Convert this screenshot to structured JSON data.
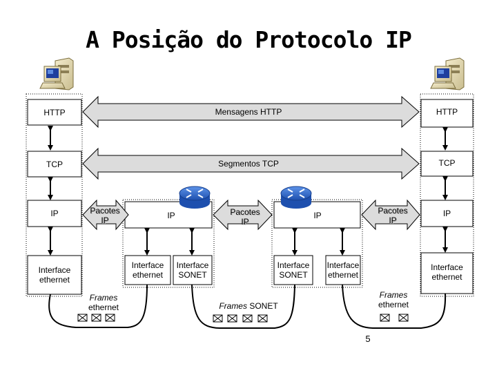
{
  "title": "A Posição do Protocolo IP",
  "left_host": {
    "http": "HTTP",
    "tcp": "TCP",
    "ip": "IP",
    "iface": "Interface ethernet"
  },
  "right_host": {
    "http": "HTTP",
    "tcp": "TCP",
    "ip": "IP",
    "iface": "Interface ethernet"
  },
  "messages": {
    "http": "Mensagens HTTP",
    "tcp": "Segmentos TCP"
  },
  "router1": {
    "ip": "IP",
    "iface_left": "Interface ethernet",
    "iface_right": "Interface SONET"
  },
  "router2": {
    "ip": "IP",
    "iface_left": "Interface SONET",
    "iface_right": "Interface ethernet"
  },
  "packets": {
    "p1": "Pacotes IP",
    "p2": "Pacotes IP",
    "p3": "Pacotes IP"
  },
  "frames": {
    "f1_italic": "Frames",
    "f1_rest": "ethernet",
    "f2_italic": "Frames",
    "f2_rest": "SONET",
    "f3_italic": "Frames",
    "f3_rest": "ethernet"
  },
  "page_number": "5",
  "colors": {
    "router_blue": "#2a63c8",
    "arrow_fill": "#dcdcdc",
    "box_border": "#000000"
  }
}
